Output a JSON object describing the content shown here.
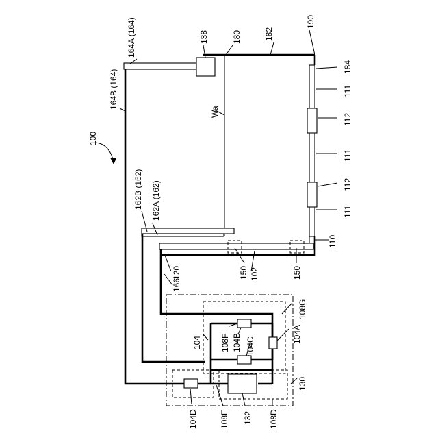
{
  "diagram": {
    "labels": {
      "ref_100": "100",
      "ref_102": "102",
      "ref_104": "104",
      "ref_104A": "104A",
      "ref_104B": "104B",
      "ref_104C": "104C",
      "ref_104D": "104D",
      "ref_108D": "108D",
      "ref_108E": "108E",
      "ref_108F": "108F",
      "ref_108G": "108G",
      "ref_110": "110",
      "ref_111_a": "111",
      "ref_111_b": "111",
      "ref_111_c": "111",
      "ref_112_a": "112",
      "ref_112_b": "112",
      "ref_120": "120",
      "ref_130": "130",
      "ref_132": "132",
      "ref_138": "138",
      "ref_150_a": "150",
      "ref_150_b": "150",
      "ref_162A": "162A (162)",
      "ref_162B": "162B (162)",
      "ref_164A": "164A (164)",
      "ref_164B": "164B (164)",
      "ref_166": "166",
      "ref_180": "180",
      "ref_182": "182",
      "ref_184": "184",
      "ref_190": "190",
      "ref_Wa": "Wa"
    }
  }
}
